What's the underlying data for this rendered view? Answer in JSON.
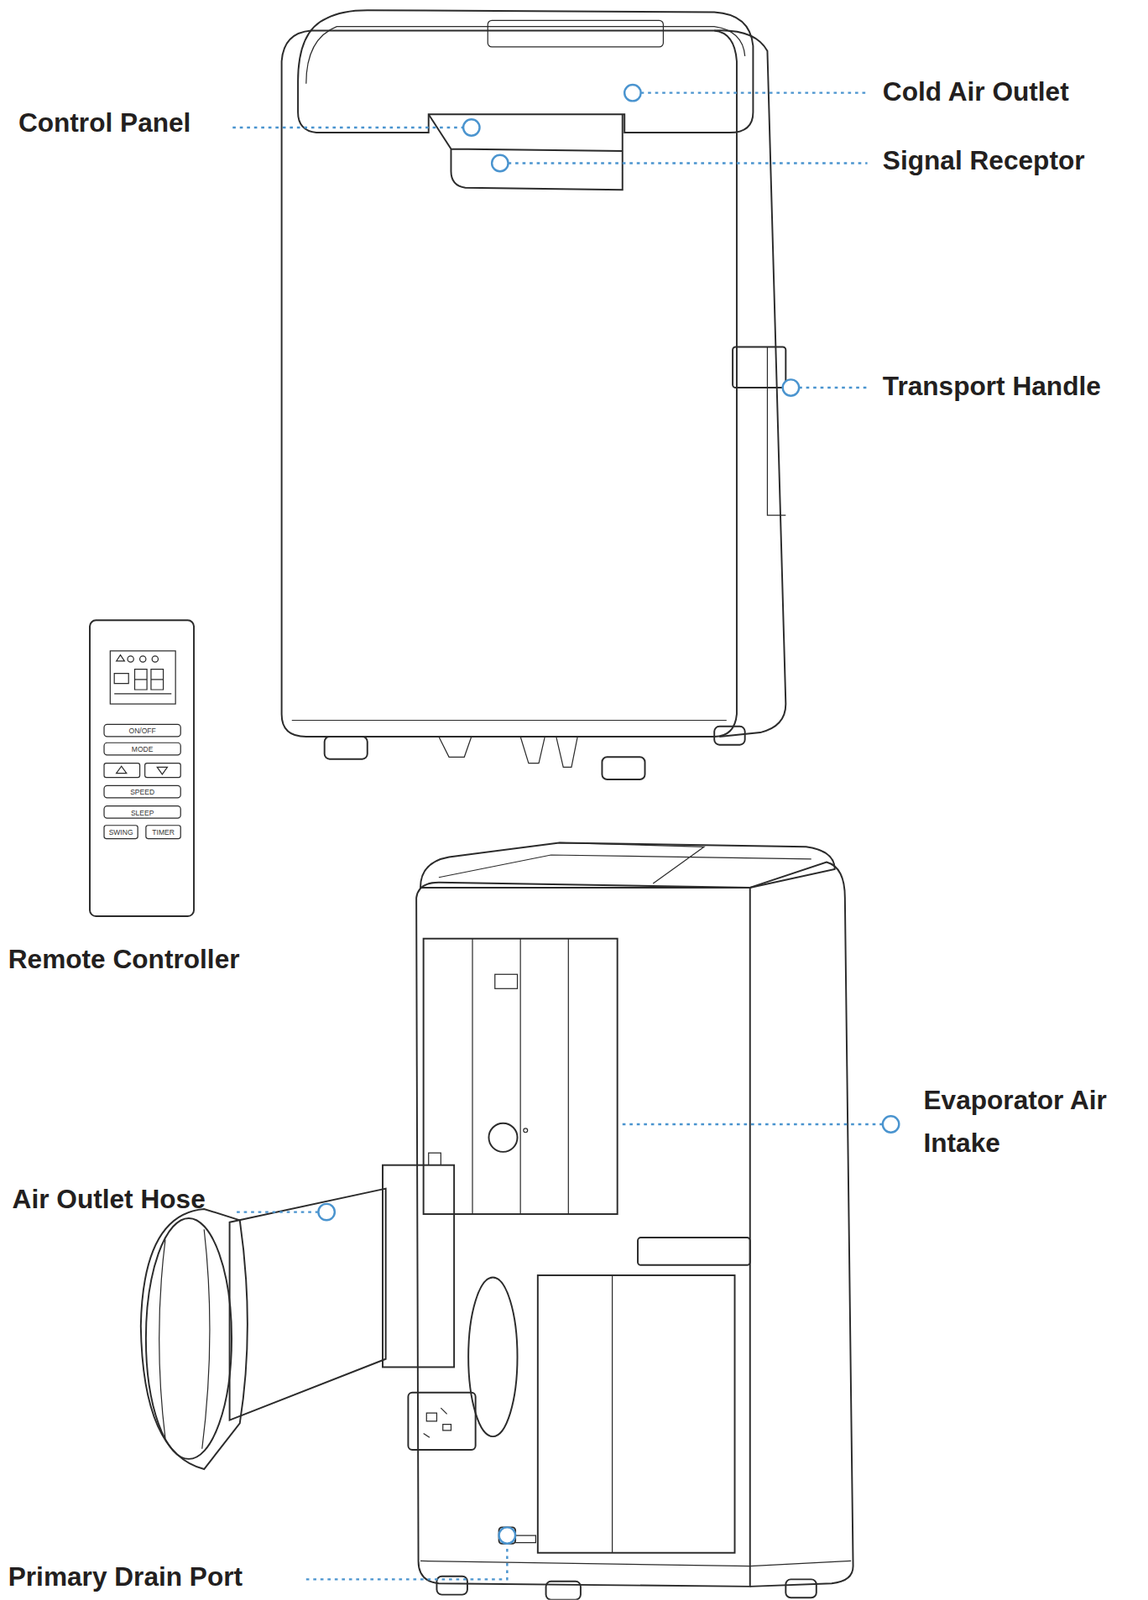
{
  "diagram": {
    "labels": [
      "Control Panel",
      "Cold Air Outlet",
      "Signal Receptor",
      "Transport Handle",
      "Remote Controller",
      "Evaporator Air Intake",
      "Air Outlet Hose",
      "Primary Drain Port",
      "ON/OFF",
      "MODE",
      "SPEED",
      "SLEEP",
      "SWING",
      "TIMER"
    ]
  }
}
